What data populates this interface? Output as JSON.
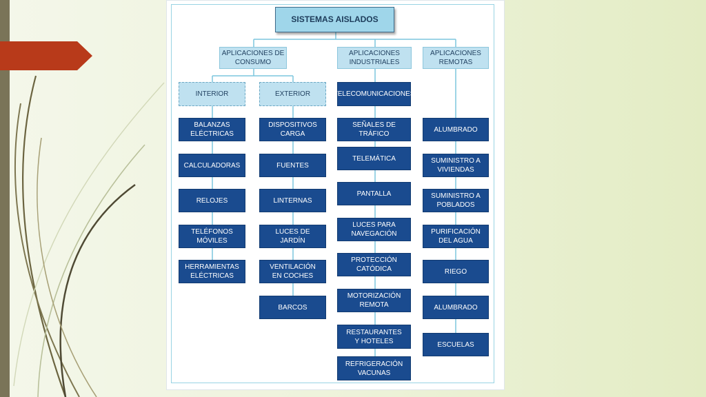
{
  "diagram": {
    "root": "SISTEMAS AISLADOS",
    "branches": {
      "consumo": {
        "label": "APLICACIONES DE\nCONSUMO",
        "interior": {
          "label": "INTERIOR",
          "items": [
            "BALANZAS\nELÉCTRICAS",
            "CALCULADORAS",
            "RELOJES",
            "TELÉFONOS\nMÓVILES",
            "HERRAMIENTAS\nELÉCTRICAS"
          ]
        },
        "exterior": {
          "label": "EXTERIOR",
          "items": [
            "DISPOSITIVOS CARGA",
            "FUENTES",
            "LINTERNAS",
            "LUCES DE\nJARDÍN",
            "VENTILACIÓN\nEN COCHES",
            "BARCOS"
          ]
        }
      },
      "industriales": {
        "label": "APLICACIONES\nINDUSTRIALES",
        "items": [
          "TELECOMUNICACIONES",
          "SEÑALES DE TRÁFICO",
          "TELEMÁTICA",
          "PANTALLA",
          "LUCES PARA\nNAVEGACIÓN",
          "PROTECCIÓN\nCATÓDICA",
          "MOTORIZACIÓN\nREMOTA",
          "RESTAURANTES\nY HOTELES",
          "REFRIGERACIÓN\nVACUNAS"
        ]
      },
      "remotas": {
        "label": "APLICACIONES\nREMOTAS",
        "items": [
          "ALUMBRADO",
          "SUMINISTRO A\nVIVIENDAS",
          "SUMINISTRO A\nPOBLADOS",
          "PURIFICACIÓN\nDEL AGUA",
          "RIEGO",
          "ALUMBRADO",
          "ESCUELAS"
        ]
      }
    }
  },
  "colors": {
    "node_dark": "#1a4b8f",
    "node_light": "#bfe1f0",
    "connector": "#7cc6dd",
    "accent_tab": "#b83a1a"
  }
}
